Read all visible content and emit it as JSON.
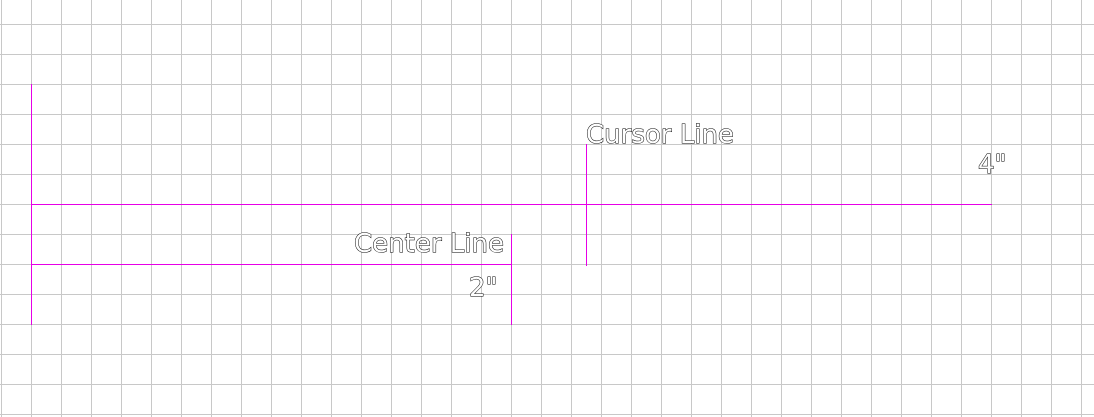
{
  "labels": {
    "cursor_line": "Cursor Line",
    "center_line": "Center Line",
    "four_inch": "4\"",
    "two_inch": "2\""
  },
  "colors": {
    "grid": "#c8c8c8",
    "guide_line": "#e600e6",
    "background": "#ffffff"
  }
}
